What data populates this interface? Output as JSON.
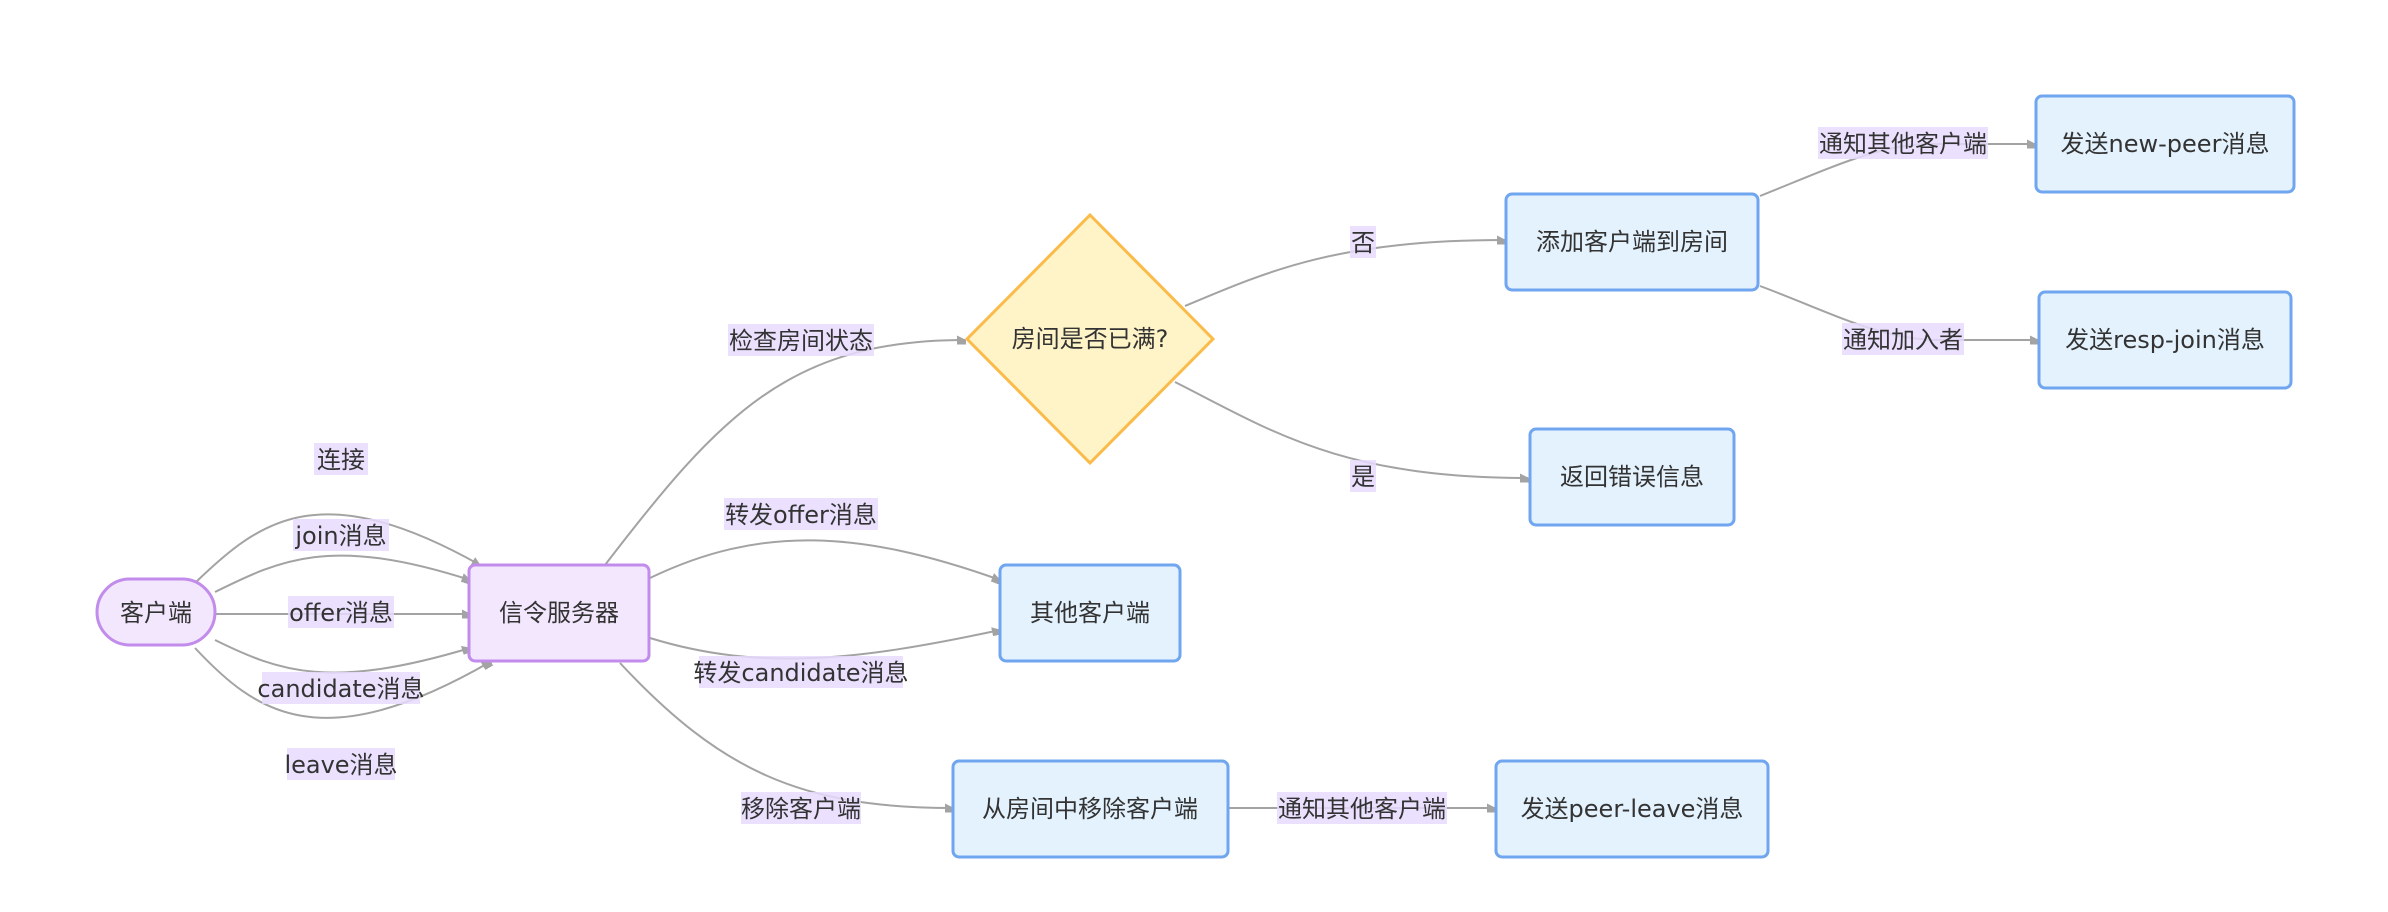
{
  "colors": {
    "purple_fill": "#f3e7fd",
    "purple_stroke": "#c18ceb",
    "blue_fill": "#e3f2fd",
    "blue_stroke": "#70a6ef",
    "yellow_fill": "#fff4c7",
    "yellow_stroke": "#fbbb4a",
    "edge": "#a3a3a3",
    "label_bg": "#ece2fb",
    "text": "#333333"
  },
  "nodes": {
    "client": "客户端",
    "signal_server": "信令服务器",
    "room_full": "房间是否已满?",
    "add_client": "添加客户端到房间",
    "return_error": "返回错误信息",
    "other_clients": "其他客户端",
    "remove_client": "从房间中移除客户端",
    "send_new_peer": "发送new-peer消息",
    "send_resp_join": "发送resp-join消息",
    "send_peer_leave": "发送peer-leave消息"
  },
  "edges": {
    "connect": "连接",
    "join": "join消息",
    "offer": "offer消息",
    "candidate": "candidate消息",
    "leave": "leave消息",
    "check_room": "检查房间状态",
    "forward_offer": "转发offer消息",
    "forward_candidate": "转发candidate消息",
    "remove": "移除客户端",
    "no": "否",
    "yes": "是",
    "notify_others_new": "通知其他客户端",
    "notify_joiner": "通知加入者",
    "notify_others_leave": "通知其他客户端"
  }
}
